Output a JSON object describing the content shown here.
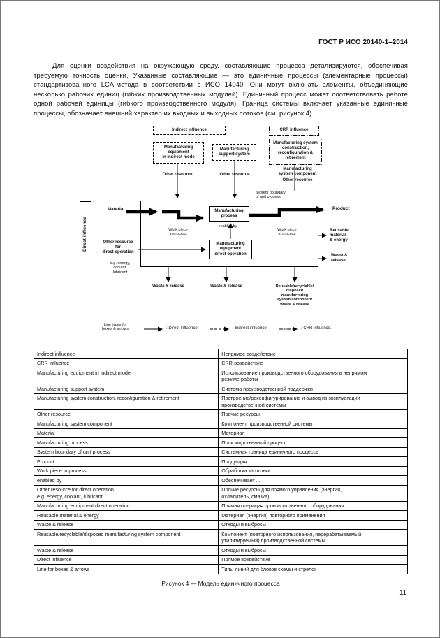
{
  "page": {
    "header": "ГОСТ Р ИСО 20140-1–2014",
    "page_number": "11",
    "figure_caption": "Рисунок 4 — Модель единичного процесса"
  },
  "paragraph": "Для оценки воздействия на окружающую среду, составляющие процесса детализируются, обеспечивая требуемую точность оценки. Указанные составляющие — это единичные процессы (элементарные процессы) стандартизованного LCA-метода в соответствии с ИСО 14040. Они могут включать элементы, объединяющие несколько рабочих единиц (гибких производственных модулей). Единичный процесс может соответствовать работе одной рабочей единицы (гибкого производственного модуля). Граница системы включает указанные единичные процессы, обозначает внешний характер их входных и выходных потоков (см. рисунок 4).",
  "diagram": {
    "indirect_influence": "Indirect influence",
    "crr_influence": "CRR influence",
    "mfg_equipment_indirect": "Manufacturing\nequipment\nin indirect mode",
    "mfg_support": "Manufacturing\nsupport system",
    "mfg_system_crr": "Manufacturing system\nconstruction,\nreconfiguration &\nretirement",
    "other_resource_1": "Other resource",
    "other_resource_2": "Other resource",
    "mfg_system_component": "Manufacturing\nsystem component",
    "other_resource_3": "Other resource",
    "system_boundary": "System boundary\nof unit process",
    "direct_influence": "Direct influence",
    "material": "Material",
    "mfg_process": "Manufacturing\nprocess",
    "product": "Product",
    "work_piece_left": "Work piece\nin process",
    "enabled_by": "enabled by",
    "work_piece_right": "Work piece\nin process",
    "mfg_equipment_direct": "Manufacturing\nequipment\ndirect operation",
    "other_resource_direct": "Other resource\nfor\ndirect operation",
    "eg_energy": "e.g. energy,\ncoolant,\nlubricant",
    "reusable_right": "Reusable\nmaterial\n& energy",
    "waste_right": "Waste &\nrelease",
    "waste_bottom_1": "Waste & release",
    "waste_bottom_2": "Waste & release",
    "reusable_bottom": "Reusable/recyclable/\ndisposed\nmanufacturing\nsystem component\nWaste & release"
  },
  "legend": {
    "label": "Line types for\nboxes & arrows",
    "direct": ": Direct influence,",
    "indirect": ": Indirect influence,",
    "crr": ": CRR influence."
  },
  "table": {
    "rows": [
      {
        "en": "Indirect influence",
        "ru": "Непрямое воздействие"
      },
      {
        "en": "CRR influence",
        "ru": "CRR-воздействие"
      },
      {
        "en": "Manufacturing equipment in indirect mode",
        "ru": "Использование производственного оборудования в непрямом\nрежиме работы"
      },
      {
        "en": "Manufacturing support system",
        "ru": "Система производственной поддержки"
      },
      {
        "en": "Manufacturing system construction, reconfiguration & retirement",
        "ru": "Построение/реконфигурирование и вывод из эксплуатации\nпроизводственной системы"
      },
      {
        "en": "Other resource",
        "ru": "Прочие ресурсы"
      },
      {
        "en": "Manufacturing system component",
        "ru": "Компонент производственной системы"
      },
      {
        "en": "Material",
        "ru": "Материал"
      },
      {
        "en": "Manufacturing process",
        "ru": "Производственный процесс"
      },
      {
        "en": "System boundary of unit process",
        "ru": "Системная граница единичного процесса"
      },
      {
        "en": "Product",
        "ru": "Продукция"
      },
      {
        "en": "Work piece in process",
        "ru": "Обработка заготовки"
      },
      {
        "en": "enabled by",
        "ru": "Обеспечивает ..."
      },
      {
        "en": "Other resource for direct operation\ne.g. energy, coolant, lubricant",
        "ru": "Прочие ресурсы для прямого управления (энергия,\nохладитель, смазка)"
      },
      {
        "en": "Manufacturing equipment direct operation",
        "ru": "Прямая операция производственного оборудования"
      },
      {
        "en": "Reusable material & energy",
        "ru": "Материал (энергия) повторного применения"
      },
      {
        "en": "Waste & release",
        "ru": "Отходы и выбросы"
      },
      {
        "en": "Reusable/recyclable/disposed manufacturing system component",
        "ru": "Компонент (повторного использования, перерабатываемый,\nутилизируемый) производственной системы."
      },
      {
        "en": "Waste & release",
        "ru": "Отходы и выбросы"
      },
      {
        "en": "Direct influence",
        "ru": "Прямое воздействие"
      },
      {
        "en": "Line for boxes & arrows",
        "ru": "Типы линий для блоков схемы и стрелок"
      }
    ]
  }
}
